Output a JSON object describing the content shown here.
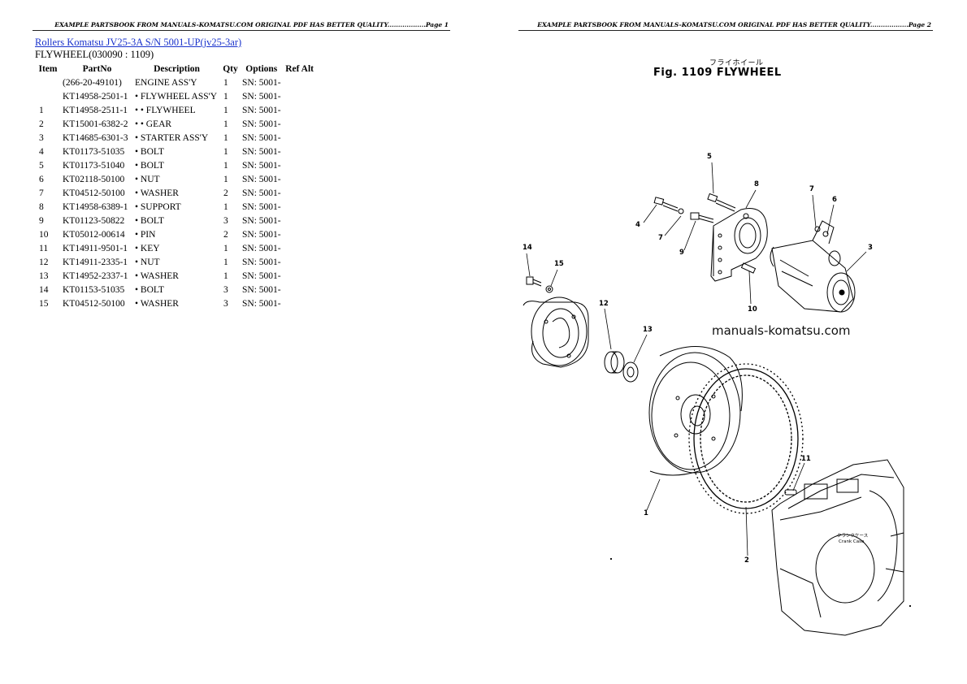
{
  "header": {
    "left": "EXAMPLE PARTSBOOK FROM MANUALS-KOMATSU.COM ORIGINAL PDF HAS BETTER QUALITY..................Page 1",
    "right": "EXAMPLE PARTSBOOK FROM MANUALS-KOMATSU.COM ORIGINAL PDF HAS BETTER QUALITY..................Page 2"
  },
  "document": {
    "link": "Rollers Komatsu JV25-3A S/N 5001-UP(jv25-3ar)",
    "section": "FLYWHEEL(030090 : 1109)"
  },
  "table": {
    "headers": [
      "Item",
      "PartNo",
      "Description",
      "Qty",
      "Options",
      "Ref Alt"
    ],
    "rows": [
      {
        "item": "",
        "part": "(266-20-49101)",
        "desc": "ENGINE ASS'Y",
        "qty": "1",
        "opt": "SN: 5001-"
      },
      {
        "item": "",
        "part": "KT14958-2501-1",
        "desc": "• FLYWHEEL ASS'Y",
        "qty": "1",
        "opt": "SN: 5001-"
      },
      {
        "item": "1",
        "part": "KT14958-2511-1",
        "desc": "• • FLYWHEEL",
        "qty": "1",
        "opt": "SN: 5001-"
      },
      {
        "item": "2",
        "part": "KT15001-6382-2",
        "desc": "• • GEAR",
        "qty": "1",
        "opt": "SN: 5001-"
      },
      {
        "item": "3",
        "part": "KT14685-6301-3",
        "desc": "• STARTER ASS'Y",
        "qty": "1",
        "opt": "SN: 5001-"
      },
      {
        "item": "4",
        "part": "KT01173-51035",
        "desc": "• BOLT",
        "qty": "1",
        "opt": "SN: 5001-"
      },
      {
        "item": "5",
        "part": "KT01173-51040",
        "desc": "• BOLT",
        "qty": "1",
        "opt": "SN: 5001-"
      },
      {
        "item": "6",
        "part": "KT02118-50100",
        "desc": "• NUT",
        "qty": "1",
        "opt": "SN: 5001-"
      },
      {
        "item": "7",
        "part": "KT04512-50100",
        "desc": "• WASHER",
        "qty": "2",
        "opt": "SN: 5001-"
      },
      {
        "item": "8",
        "part": "KT14958-6389-1",
        "desc": "• SUPPORT",
        "qty": "1",
        "opt": "SN: 5001-"
      },
      {
        "item": "9",
        "part": "KT01123-50822",
        "desc": "• BOLT",
        "qty": "3",
        "opt": "SN: 5001-"
      },
      {
        "item": "10",
        "part": "KT05012-00614",
        "desc": "• PIN",
        "qty": "2",
        "opt": "SN: 5001-"
      },
      {
        "item": "11",
        "part": "KT14911-9501-1",
        "desc": "• KEY",
        "qty": "1",
        "opt": "SN: 5001-"
      },
      {
        "item": "12",
        "part": "KT14911-2335-1",
        "desc": "• NUT",
        "qty": "1",
        "opt": "SN: 5001-"
      },
      {
        "item": "13",
        "part": "KT14952-2337-1",
        "desc": "• WASHER",
        "qty": "1",
        "opt": "SN: 5001-"
      },
      {
        "item": "14",
        "part": "KT01153-51035",
        "desc": "• BOLT",
        "qty": "3",
        "opt": "SN: 5001-"
      },
      {
        "item": "15",
        "part": "KT04512-50100",
        "desc": "• WASHER",
        "qty": "3",
        "opt": "SN: 5001-"
      }
    ]
  },
  "figure": {
    "title_jp": "フライホイール",
    "title": "Fig. 1109  FLYWHEEL",
    "watermark": "manuals-komatsu.com",
    "case_label_jp": "クランクケース",
    "case_label": "Crank Case",
    "callouts": [
      "1",
      "2",
      "3",
      "4",
      "5",
      "6",
      "7",
      "7",
      "8",
      "9",
      "10",
      "11",
      "12",
      "13",
      "14",
      "15"
    ]
  }
}
